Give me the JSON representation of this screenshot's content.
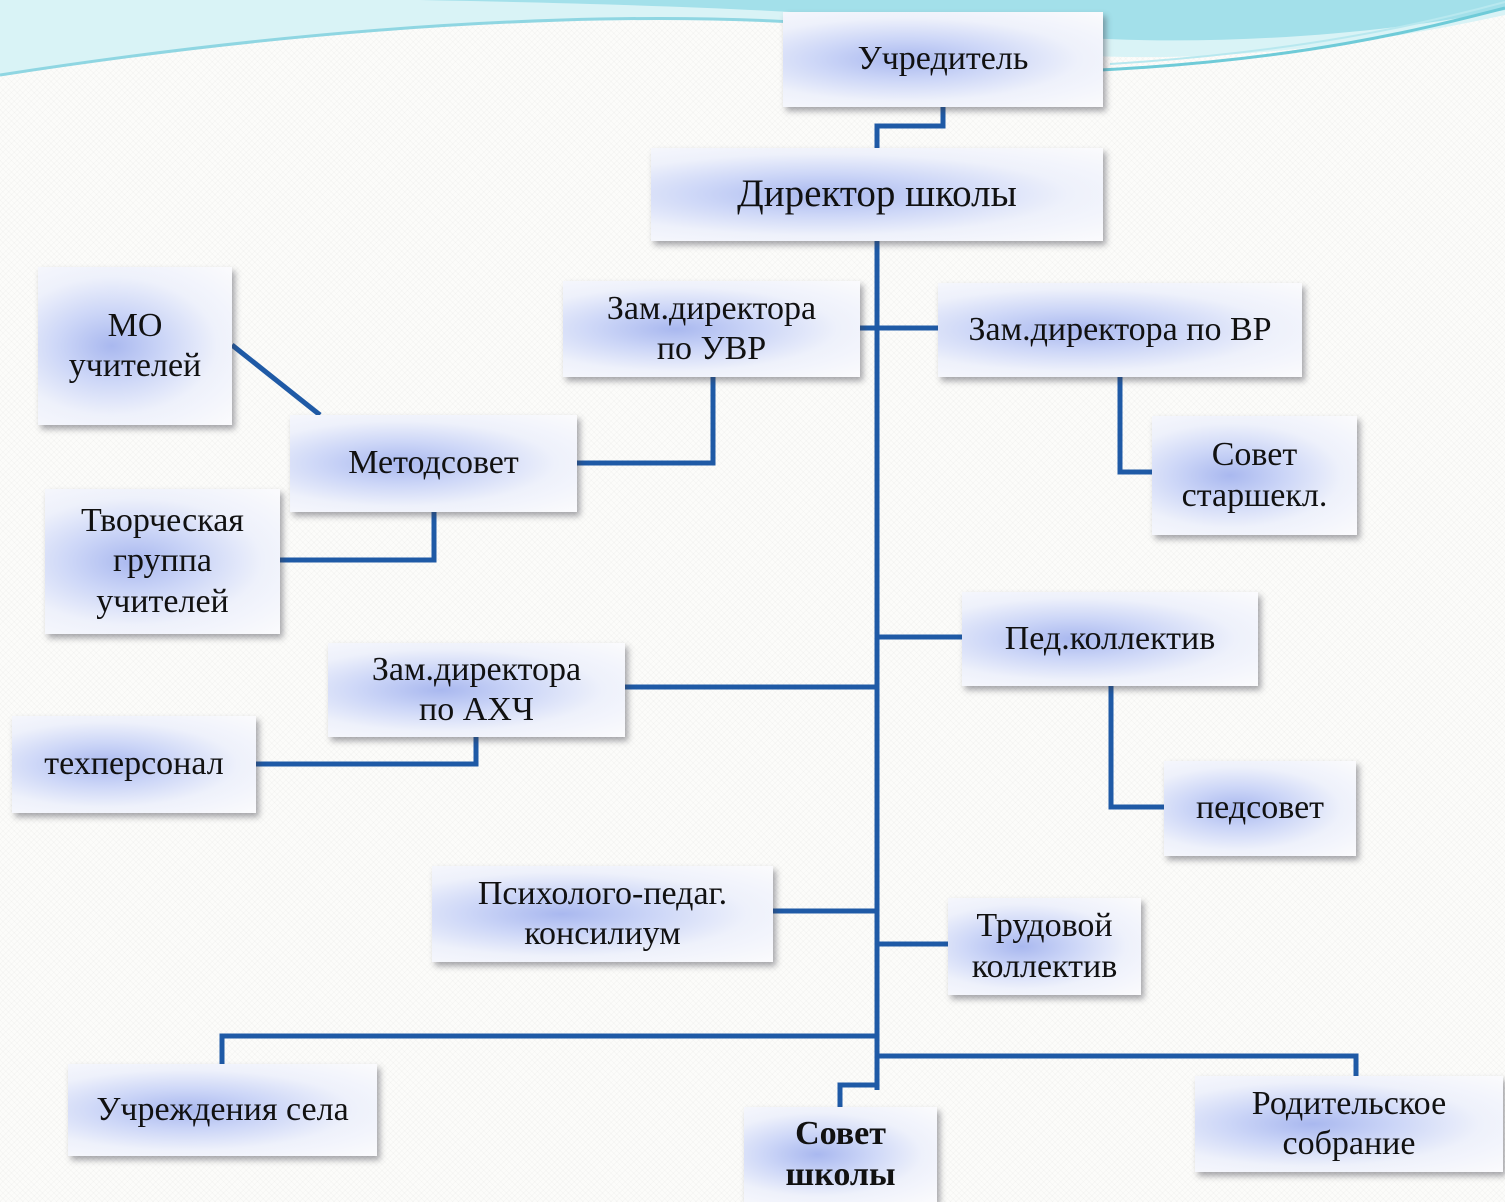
{
  "nodes": {
    "founder": "Учредитель",
    "director": "Директор школы",
    "deputy_uvr": "Зам.директора\nпо УВР",
    "deputy_vr": "Зам.директора по ВР",
    "mo_teachers": "МО\nучителей",
    "metodsovet": "Методсовет",
    "creative_group": "Творческая\nгруппа\nучителей",
    "senior_council": "Совет\nстаршекл.",
    "ped_collective": "Пед.коллектив",
    "deputy_ahch": "Зам.директора\nпо АХЧ",
    "tech_staff": "техперсонал",
    "ped_council": "педсовет",
    "psych_council": "Психолого-педаг.\nконсилиум",
    "labor_collective": "Трудовой\nколлектив",
    "village_institutions": "Учреждения села",
    "school_council": "Совет\nшколы",
    "parent_meeting": "Родительское\nсобрание"
  },
  "colors": {
    "connector": "#1f5aa6",
    "wave_light": "#c6ecf2",
    "wave_dark": "#6fcbd8"
  }
}
